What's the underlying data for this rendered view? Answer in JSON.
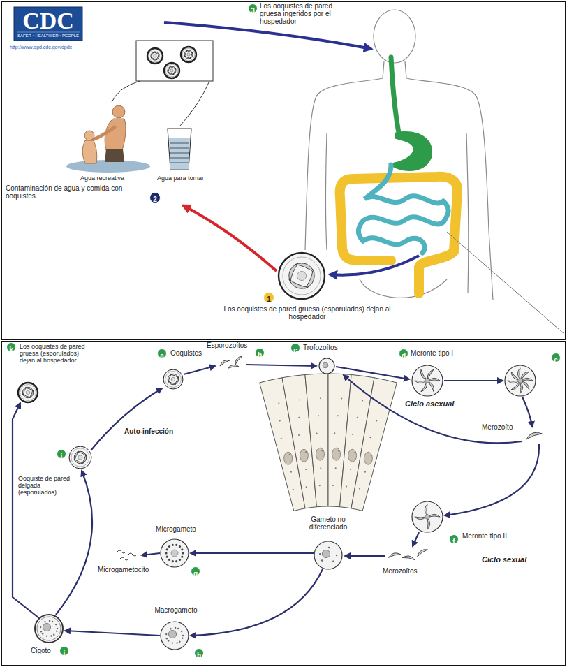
{
  "diagram": {
    "nodes": [
      {
        "text": [
          "3"
        ]
      },
      {
        "text": [
          "2"
        ]
      },
      {
        "text": [
          "1"
        ]
      },
      {
        "text": [
          "k"
        ]
      },
      {
        "text": [
          "a"
        ]
      },
      {
        "text": [
          "b"
        ]
      },
      {
        "text": [
          "c"
        ]
      },
      {
        "text": [
          "d"
        ]
      },
      {
        "text": [
          "e"
        ]
      },
      {
        "text": [
          "f"
        ]
      },
      {
        "text": [
          "g"
        ]
      },
      {
        "text": [
          "h"
        ]
      },
      {
        "text": [
          "i"
        ]
      },
      {
        "text": [
          "j"
        ]
      }
    ],
    "labels": [
      "CDC",
      "SAFER • HEALTHIER • PEOPLE",
      "http://www.dpd.cdc.gov/dpdx",
      "Los ooquistes de pared gruesa ingeridos por el hospedador",
      "Agua recreativa",
      "Agua para tomar",
      "Contaminación de agua y comida con ooquistes.",
      "Los ooquistes de pared gruesa (esporulados) dejan al hospedador",
      "Los ooquistes de pared gruesa (esporulados) dejan al hospedador",
      "Ooquistes",
      "Esporozoítos",
      "Trofozoítos",
      "Meronte tipo I",
      "Auto-infección",
      "Ciclo asexual",
      "Merozoíto",
      "Ooquiste de pared delgada (esporulados)",
      "Microgameto",
      "Microgametocito",
      "Meronte tipo II",
      "Merozoítos",
      "Ciclo sexual",
      "Gameto no diferenciado",
      "Macrogameto",
      "Cigoto"
    ]
  }
}
